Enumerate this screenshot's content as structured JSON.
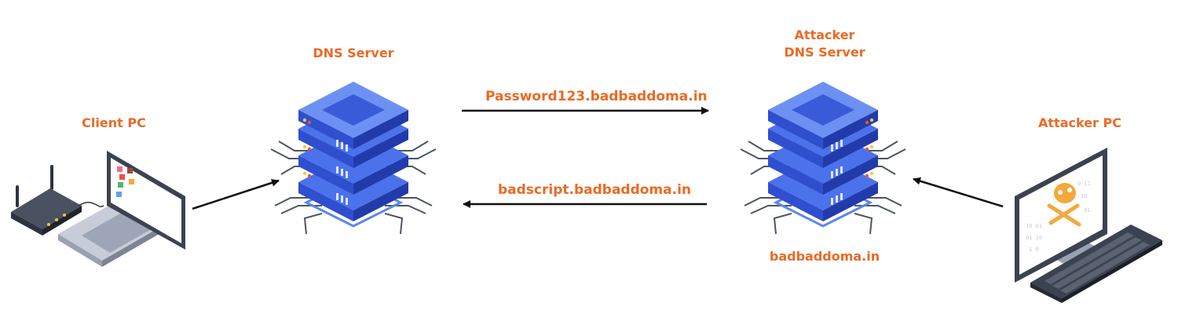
{
  "nodes": {
    "client_pc": "Client PC",
    "dns_server": "DNS Server",
    "attacker_dns_server_line1": "Attacker",
    "attacker_dns_server_line2": "DNS Server",
    "attacker_pc": "Attacker PC",
    "attacker_domain": "badbaddoma.in"
  },
  "edges": {
    "outbound_query": "Password123.badbaddoma.in",
    "inbound_response": "badscript.badbaddoma.in"
  },
  "colors": {
    "label_orange": "#ea6a25",
    "server_blue": "#3a5bd9",
    "arrow": "#111111"
  }
}
